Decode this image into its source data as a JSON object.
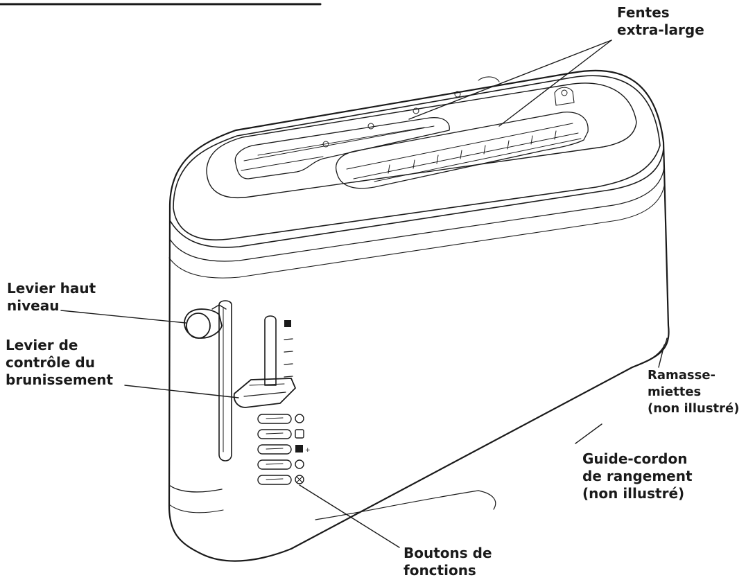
{
  "callouts": {
    "slots": {
      "line1": "Fentes",
      "line2": "extra-large"
    },
    "lift_lever": {
      "line1": "Levier haut",
      "line2": "niveau"
    },
    "shade_lever": {
      "line1": "Levier de",
      "line2": "contrôle du",
      "line3": "brunissement"
    },
    "crumb_tray": {
      "line1": "Ramasse-",
      "line2": "miettes",
      "line3": "(non illustré)"
    },
    "cord_wrap": {
      "line1": "Guide-cordon",
      "line2": "de rangement",
      "line3": "(non illustré)"
    },
    "function_buttons": {
      "line1": "Boutons de",
      "line2": "fonctions"
    }
  },
  "colors": {
    "ink": "#1a1a1a",
    "background": "#ffffff"
  },
  "icons": [
    "shade-indicator-icon",
    "bagel-icon",
    "defrost-icon",
    "reheat-icon",
    "lift-icon",
    "cancel-icon"
  ]
}
